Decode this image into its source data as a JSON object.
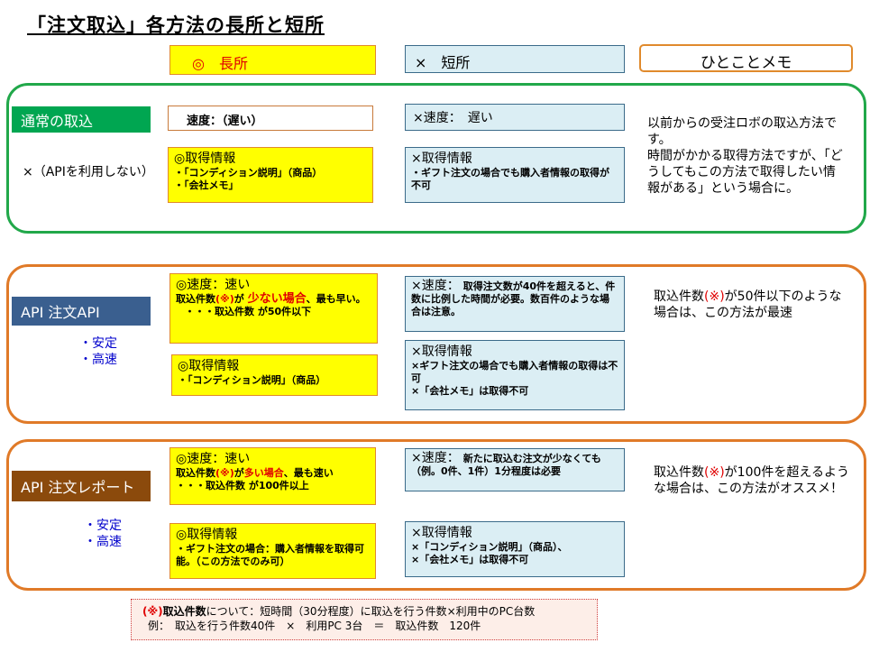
{
  "title": "「注文取込」各方法の長所と短所",
  "headers": {
    "pros": "◎　長所",
    "cons": "×　短所",
    "memo": "ひとことメモ"
  },
  "sections": [
    {
      "label": "通常の取込",
      "note": "×（APIを利用しない）",
      "pro_speed": "速度：（遅い）",
      "pro_info": {
        "title": "◎取得情報",
        "lines": [
          "・「コンディション説明」（商品）",
          "・「会社メモ」"
        ]
      },
      "con_speed": "×速度：　遅い",
      "con_info": {
        "title": "×取得情報",
        "lines": [
          "・ギフト注文の場合でも購入者情報の取得が不可"
        ]
      },
      "memo": [
        "以前からの受注ロボの取込方法です。",
        "時間がかかる取得方法ですが、「どうしてもこの方法で取得したい情報がある」という場合に。"
      ]
    },
    {
      "label": "API 注文API",
      "features": [
        "・安定",
        "・高速"
      ],
      "pro_speed": {
        "title": "◎速度：速い",
        "a": "取込件数",
        "b": "(※)",
        "c": "が ",
        "d": "少ない場合",
        "e": "、最も早い。",
        "f": "・・・取込件数 が50件以下"
      },
      "pro_info": {
        "title": "◎取得情報",
        "lines": [
          "・「コンディション説明」（商品）"
        ]
      },
      "con_speed": {
        "title": "×速度：",
        "text": "取得注文数が40件を超えると、件数に比例した時間が必要。数百件のような場合は注意。"
      },
      "con_info": {
        "title": "×取得情報",
        "lines": [
          "×ギフト注文の場合でも購入者情報の取得は不可",
          "×「会社メモ」は取得不可"
        ]
      },
      "memo": {
        "a": "取込件数",
        "b": "(※)",
        "c": "が50件以下のような場合は、この方法が最速"
      }
    },
    {
      "label": "API 注文レポート",
      "features": [
        "・安定",
        "・高速"
      ],
      "pro_speed": {
        "title": "◎速度：速い",
        "a": "取込件数",
        "b": "(※)",
        "c": "が",
        "d": "多い場合",
        "e": "、最も速い",
        "f": "・・・取込件数 が100件以上"
      },
      "pro_info": {
        "title": "◎取得情報",
        "lines": [
          "・ギフト注文の場合：購入者情報を取得可能。（この方法でのみ可）"
        ]
      },
      "con_speed": {
        "title": "×速度：",
        "text": "新たに取込む注文が少なくても（例。0件、1件）1分程度は必要"
      },
      "con_info": {
        "title": "×取得情報",
        "lines": [
          "×「コンディション説明」（商品）、",
          "×「会社メモ」は取得不可"
        ]
      },
      "memo": {
        "a": "取込件数",
        "b": "(※)",
        "c": "が100件を超えるような場合は、この方法がオススメ！"
      }
    }
  ],
  "footnote": {
    "mark": "(※)",
    "term": "取込件数",
    "text": "について：短時間（30分程度）に取込を行う件数×利用中のPC台数",
    "example": "例：　取込を行う件数40件　×　利用PC 3台　＝　取込件数　120件"
  }
}
